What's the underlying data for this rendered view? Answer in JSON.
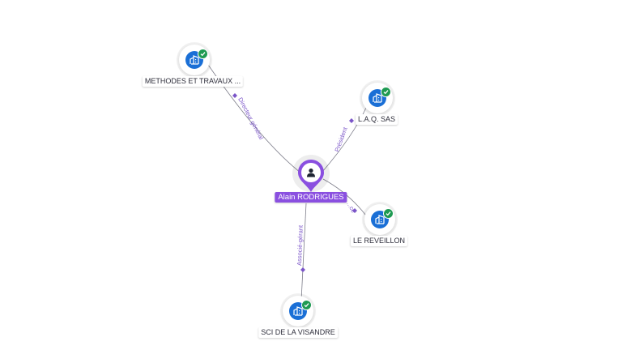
{
  "person": {
    "name": "Alain RODRIGUES",
    "icon": "person-icon"
  },
  "companies": [
    {
      "id": "methodes",
      "name": "METHODES ET TRAVAUX ...",
      "icon": "building-icon",
      "status_icon": "check-icon"
    },
    {
      "id": "laq",
      "name": "L.A.Q. SAS",
      "icon": "building-icon",
      "status_icon": "check-icon"
    },
    {
      "id": "reveillon",
      "name": "LE REVEILLON",
      "icon": "building-icon",
      "status_icon": "check-icon"
    },
    {
      "id": "sci",
      "name": "SCI DE LA VISANDRE",
      "icon": "building-icon",
      "status_icon": "check-icon"
    }
  ],
  "relations": [
    {
      "to": "methodes",
      "role": "Directeur général"
    },
    {
      "to": "laq",
      "role": "Président"
    },
    {
      "to": "reveillon",
      "role": "...ce"
    },
    {
      "to": "sci",
      "role": "Associé-gérant"
    }
  ],
  "colors": {
    "person_accent": "#8a4fe0",
    "company_disc": "#1a6fd6",
    "verified_check": "#1e9a52",
    "edge_label": "#7b55c8",
    "edge_line": "#7d7d8a"
  }
}
